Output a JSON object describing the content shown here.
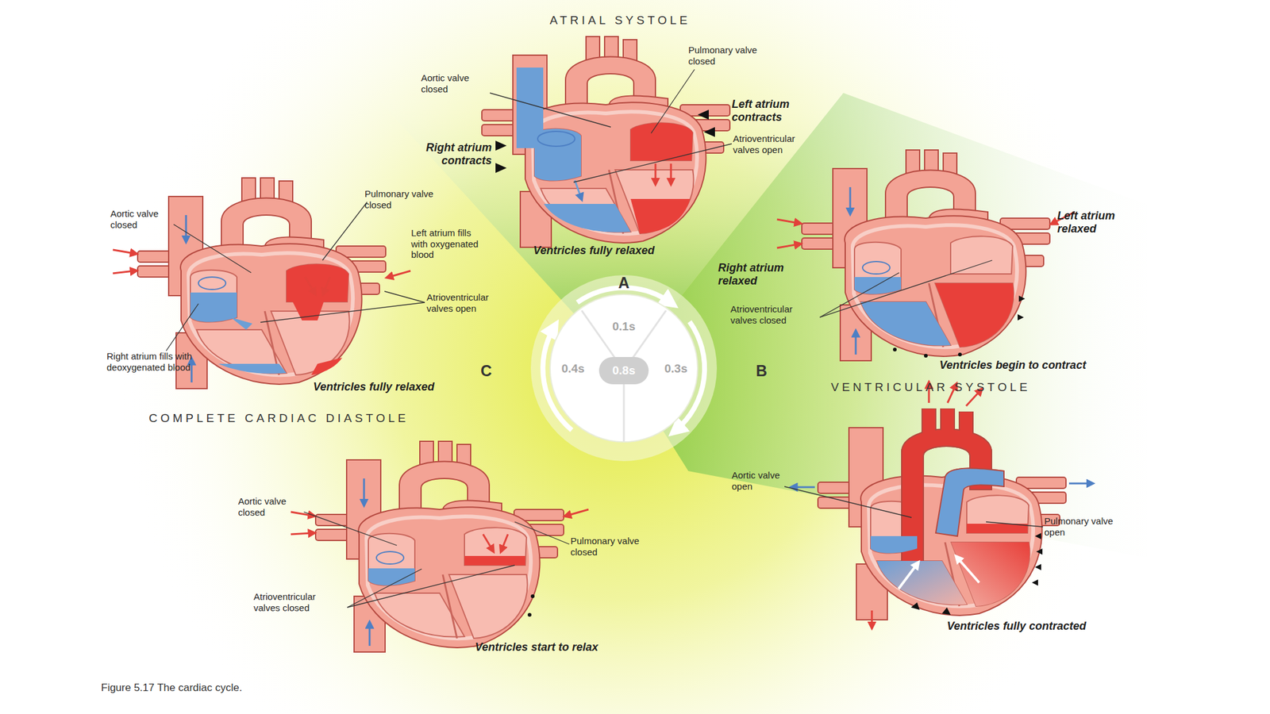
{
  "diagram": {
    "caption": "Figure 5.17 The cardiac cycle.",
    "nodes": [
      {
        "text": [
          "0.1s",
          "0.4s",
          "0.3s"
        ]
      },
      {
        "text": [
          "0.8s"
        ],
        "in": 0
      }
    ],
    "labels": [
      "ATRIAL SYSTOLE",
      "Pulmonary valve closed",
      "Aortic valve closed",
      "Left atrium contracts",
      "Atrioventricular valves open",
      "Right atrium contracts",
      "Ventricles fully relaxed",
      "Aortic valve closed",
      "Pulmonary valve closed",
      "Left atrium fills with oxygenated blood",
      "Atrioventricular valves open",
      "Right atrium fills with deoxygenated blood",
      "Ventricles fully relaxed",
      "Left atrium relaxed",
      "Right atrium relaxed",
      "Atrioventricular valves closed",
      "Ventricles begin to contract",
      "A",
      "VENTRICULAR SYSTOLE",
      "B",
      "C",
      "COMPLETE CARDIAC DIASTOLE",
      "Aortic valve closed",
      "Pulmonary valve closed",
      "Atrioventricular valves closed",
      "Ventricles start to relax",
      "Aortic valve open",
      "Pulmonary valve open",
      "Ventricles fully contracted"
    ]
  }
}
